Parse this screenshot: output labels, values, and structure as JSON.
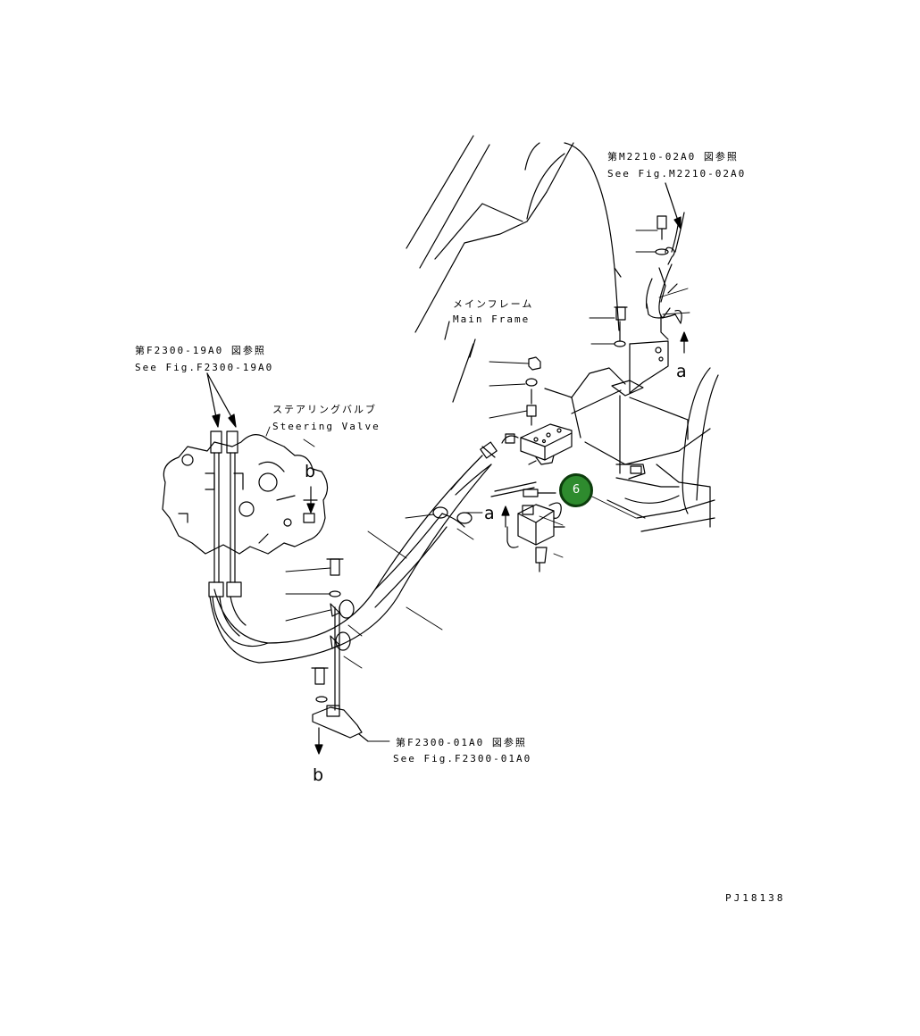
{
  "labels": {
    "ref_m2210_jp": "第M2210-02A0 図参照",
    "ref_m2210_en": "See Fig.M2210-02A0",
    "main_frame_jp": "メインフレーム",
    "main_frame_en": "Main Frame",
    "ref_f2300_19_jp": "第F2300-19A0 図参照",
    "ref_f2300_19_en": "See Fig.F2300-19A0",
    "steering_valve_jp": "ステアリングバルブ",
    "steering_valve_en": "Steering Valve",
    "ref_f2300_01_jp": "第F2300-01A0 図参照",
    "ref_f2300_01_en": "See Fig.F2300-01A0"
  },
  "markers": {
    "a_upper": "a",
    "a_lower": "a",
    "b_upper": "b",
    "b_lower": "b"
  },
  "callout": {
    "number": "6",
    "color": "#2e8b2e"
  },
  "drawing_code": "PJ18138"
}
